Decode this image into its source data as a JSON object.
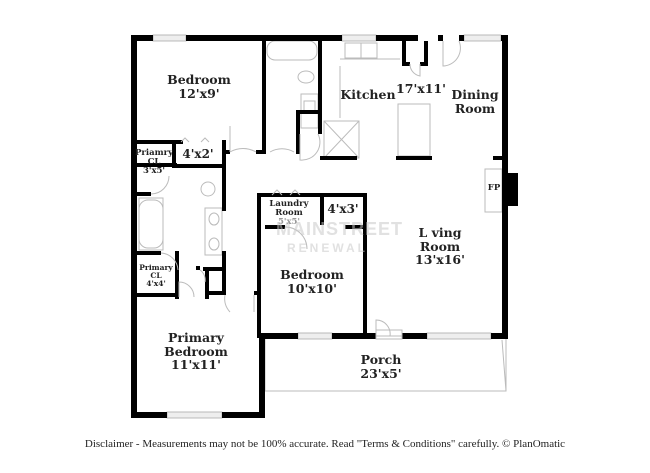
{
  "floorplan": {
    "rooms": {
      "bedroom_top": {
        "name": "Bedroom",
        "size": "12'x9'"
      },
      "closet_4x2": {
        "size": "4'x2'"
      },
      "primary_cl_top": {
        "name_line1": "Priamry",
        "name_line2": "CL",
        "size": "3'x5'"
      },
      "primary_cl_bottom": {
        "name_line1": "Primary",
        "name_line2": "CL",
        "size": "4'x4'"
      },
      "kitchen": {
        "name": "Kitchen",
        "size": "17'x11'"
      },
      "dining_room": {
        "name_line1": "Dining",
        "name_line2": "Room"
      },
      "fireplace": {
        "name": "FP"
      },
      "laundry_room": {
        "name_line1": "Laundry",
        "name_line2": "Room",
        "size": "5'x5'"
      },
      "closet_4x3": {
        "size": "4'x3'"
      },
      "living_room": {
        "name_line1": "L ving",
        "name_line2": "Room",
        "size": "13'x16'"
      },
      "bedroom_middle": {
        "name": "Bedroom",
        "size": "10'x10'"
      },
      "primary_bedroom": {
        "name_line1": "Primary",
        "name_line2": "Bedroom",
        "size": "11'x11'"
      },
      "porch": {
        "name": "Porch",
        "size": "23'x5'"
      }
    },
    "watermark": {
      "line1": "MAINSTREET",
      "line2": "RENEWAL"
    },
    "colors": {
      "wall": "#000000",
      "fixture": "#bbbbbb",
      "window": "#e6e6e6",
      "text": "#222222"
    }
  },
  "footer": {
    "disclaimer": "Disclaimer - Measurements may not be 100% accurate. Read \"Terms & Conditions\" carefully. © PlanOmatic"
  }
}
